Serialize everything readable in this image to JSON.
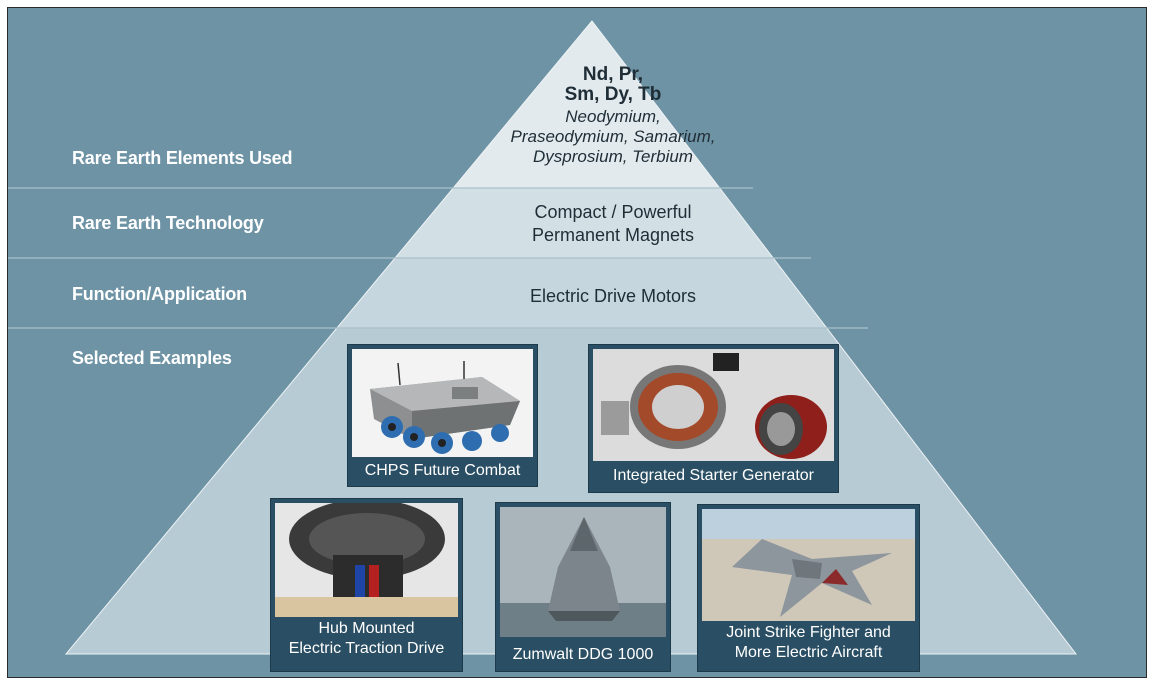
{
  "row_labels": {
    "elements": "Rare Earth Elements Used",
    "technology": "Rare Earth Technology",
    "function": "Function/Application",
    "examples": "Selected Examples"
  },
  "apex": {
    "symbols_line1": "Nd, Pr,",
    "symbols_line2": "Sm, Dy, Tb",
    "names_line1": "Neodymium,",
    "names_line2": "Praseodymium, Samarium,",
    "names_line3": "Dysprosium, Terbium"
  },
  "technology": {
    "line1": "Compact / Powerful",
    "line2": "Permanent Magnets"
  },
  "function": "Electric Drive Motors",
  "examples": [
    {
      "caption_line1": "CHPS Future Combat",
      "caption_line2": ""
    },
    {
      "caption_line1": "Integrated Starter Generator",
      "caption_line2": ""
    },
    {
      "caption_line1": "Hub Mounted",
      "caption_line2": "Electric Traction Drive"
    },
    {
      "caption_line1": "Zumwalt DDG 1000",
      "caption_line2": ""
    },
    {
      "caption_line1": "Joint Strike Fighter and",
      "caption_line2": "More Electric Aircraft"
    }
  ],
  "colors": {
    "background": "#6e93a5",
    "pyramid_top": "#dfe8ec",
    "pyramid_mid": "#c9d8df",
    "pyramid_low": "#b9cdd6",
    "caption_bg": "#2a4e63"
  }
}
